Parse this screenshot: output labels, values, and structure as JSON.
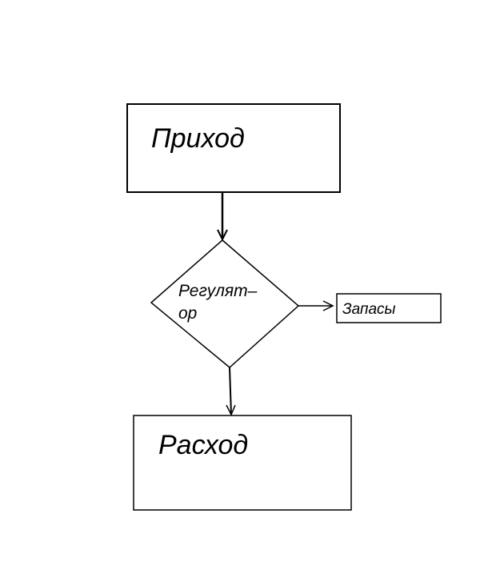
{
  "diagram": {
    "nodes": {
      "income": {
        "label": "Приход"
      },
      "regulator": {
        "label_line1": "Регулят–",
        "label_line2": "ор"
      },
      "reserves": {
        "label": "Запасы"
      },
      "expense": {
        "label": "Расход"
      }
    },
    "colors": {
      "stroke": "#000000",
      "background": "#ffffff"
    }
  }
}
